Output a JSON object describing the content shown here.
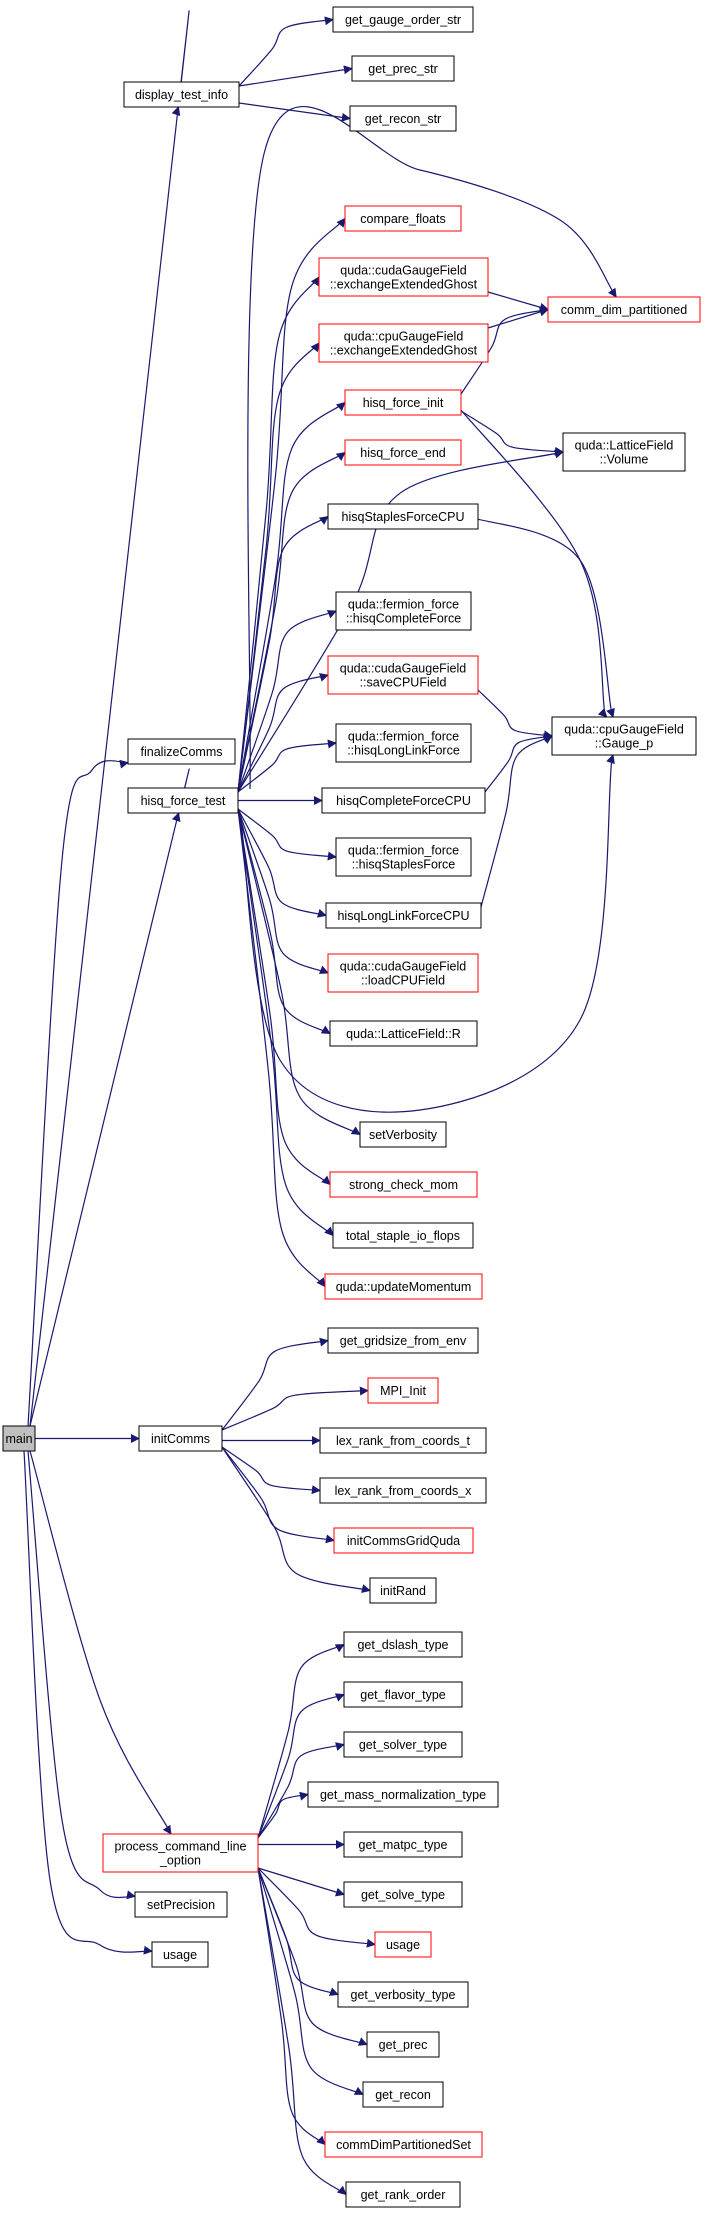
{
  "colors": {
    "edge": "#191970",
    "node_border_default": "#000000",
    "node_border_incomplete": "#ff0000",
    "root_fill": "#bfbfbf",
    "background": "#ffffff"
  },
  "nodes": [
    {
      "id": "main",
      "lines": [
        "main"
      ],
      "style": "root"
    },
    {
      "id": "display_test_info",
      "lines": [
        "display_test_info"
      ],
      "style": "black"
    },
    {
      "id": "get_gauge_order_str",
      "lines": [
        "get_gauge_order_str"
      ],
      "style": "black"
    },
    {
      "id": "get_prec_str",
      "lines": [
        "get_prec_str"
      ],
      "style": "black"
    },
    {
      "id": "get_recon_str",
      "lines": [
        "get_recon_str"
      ],
      "style": "black"
    },
    {
      "id": "compare_floats",
      "lines": [
        "compare_floats"
      ],
      "style": "red"
    },
    {
      "id": "cuda_exchange",
      "lines": [
        "quda::cudaGaugeField",
        "::exchangeExtendedGhost"
      ],
      "style": "red"
    },
    {
      "id": "comm_dim_partitioned",
      "lines": [
        "comm_dim_partitioned"
      ],
      "style": "red"
    },
    {
      "id": "cpu_exchange",
      "lines": [
        "quda::cpuGaugeField",
        "::exchangeExtendedGhost"
      ],
      "style": "red"
    },
    {
      "id": "hisq_force_init",
      "lines": [
        "hisq_force_init"
      ],
      "style": "red"
    },
    {
      "id": "lattice_volume",
      "lines": [
        "quda::LatticeField",
        "::Volume"
      ],
      "style": "black"
    },
    {
      "id": "hisq_force_end",
      "lines": [
        "hisq_force_end"
      ],
      "style": "red"
    },
    {
      "id": "hisqStaplesForceCPU",
      "lines": [
        "hisqStaplesForceCPU"
      ],
      "style": "black"
    },
    {
      "id": "ff_hisqCompleteForce",
      "lines": [
        "quda::fermion_force",
        "::hisqCompleteForce"
      ],
      "style": "black"
    },
    {
      "id": "saveCPUField",
      "lines": [
        "quda::cudaGaugeField",
        "::saveCPUField"
      ],
      "style": "red"
    },
    {
      "id": "gauge_p",
      "lines": [
        "quda::cpuGaugeField",
        "::Gauge_p"
      ],
      "style": "black"
    },
    {
      "id": "finalizeComms",
      "lines": [
        "finalizeComms"
      ],
      "style": "black"
    },
    {
      "id": "ff_hisqLongLinkForce",
      "lines": [
        "quda::fermion_force",
        "::hisqLongLinkForce"
      ],
      "style": "black"
    },
    {
      "id": "hisq_force_test",
      "lines": [
        "hisq_force_test"
      ],
      "style": "black"
    },
    {
      "id": "hisqCompleteForceCPU",
      "lines": [
        "hisqCompleteForceCPU"
      ],
      "style": "black"
    },
    {
      "id": "ff_hisqStaplesForce",
      "lines": [
        "quda::fermion_force",
        "::hisqStaplesForce"
      ],
      "style": "black"
    },
    {
      "id": "hisqLongLinkForceCPU",
      "lines": [
        "hisqLongLinkForceCPU"
      ],
      "style": "black"
    },
    {
      "id": "loadCPUField",
      "lines": [
        "quda::cudaGaugeField",
        "::loadCPUField"
      ],
      "style": "red"
    },
    {
      "id": "lattice_R",
      "lines": [
        "quda::LatticeField::R"
      ],
      "style": "black"
    },
    {
      "id": "setVerbosity",
      "lines": [
        "setVerbosity"
      ],
      "style": "black"
    },
    {
      "id": "strong_check_mom",
      "lines": [
        "strong_check_mom"
      ],
      "style": "red"
    },
    {
      "id": "total_staple_io_flops",
      "lines": [
        "total_staple_io_flops"
      ],
      "style": "black"
    },
    {
      "id": "updateMomentum",
      "lines": [
        "quda::updateMomentum"
      ],
      "style": "red"
    },
    {
      "id": "get_gridsize_from_env",
      "lines": [
        "get_gridsize_from_env"
      ],
      "style": "black"
    },
    {
      "id": "MPI_Init",
      "lines": [
        "MPI_Init"
      ],
      "style": "red"
    },
    {
      "id": "lex_rank_t",
      "lines": [
        "lex_rank_from_coords_t"
      ],
      "style": "black"
    },
    {
      "id": "initComms",
      "lines": [
        "initComms"
      ],
      "style": "black"
    },
    {
      "id": "lex_rank_x",
      "lines": [
        "lex_rank_from_coords_x"
      ],
      "style": "black"
    },
    {
      "id": "initCommsGridQuda",
      "lines": [
        "initCommsGridQuda"
      ],
      "style": "red"
    },
    {
      "id": "initRand",
      "lines": [
        "initRand"
      ],
      "style": "black"
    },
    {
      "id": "get_dslash_type",
      "lines": [
        "get_dslash_type"
      ],
      "style": "black"
    },
    {
      "id": "get_flavor_type",
      "lines": [
        "get_flavor_type"
      ],
      "style": "black"
    },
    {
      "id": "get_solver_type",
      "lines": [
        "get_solver_type"
      ],
      "style": "black"
    },
    {
      "id": "get_mass_normalization_type",
      "lines": [
        "get_mass_normalization_type"
      ],
      "style": "black"
    },
    {
      "id": "process_command_line_option",
      "lines": [
        "process_command_line",
        "_option"
      ],
      "style": "red"
    },
    {
      "id": "get_matpc_type",
      "lines": [
        "get_matpc_type"
      ],
      "style": "black"
    },
    {
      "id": "get_solve_type",
      "lines": [
        "get_solve_type"
      ],
      "style": "black"
    },
    {
      "id": "setPrecision",
      "lines": [
        "setPrecision"
      ],
      "style": "black"
    },
    {
      "id": "usage_red",
      "lines": [
        "usage"
      ],
      "style": "red"
    },
    {
      "id": "usage",
      "lines": [
        "usage"
      ],
      "style": "black"
    },
    {
      "id": "get_verbosity_type",
      "lines": [
        "get_verbosity_type"
      ],
      "style": "black"
    },
    {
      "id": "get_prec",
      "lines": [
        "get_prec"
      ],
      "style": "black"
    },
    {
      "id": "get_recon",
      "lines": [
        "get_recon"
      ],
      "style": "black"
    },
    {
      "id": "commDimPartitionedSet",
      "lines": [
        "commDimPartitionedSet"
      ],
      "style": "red"
    },
    {
      "id": "get_rank_order",
      "lines": [
        "get_rank_order"
      ],
      "style": "black"
    }
  ],
  "edges": [
    {
      "from": "main",
      "to": "display_test_info"
    },
    {
      "from": "main",
      "to": "finalizeComms"
    },
    {
      "from": "main",
      "to": "hisq_force_test"
    },
    {
      "from": "main",
      "to": "initComms"
    },
    {
      "from": "main",
      "to": "process_command_line_option"
    },
    {
      "from": "main",
      "to": "setPrecision"
    },
    {
      "from": "main",
      "to": "usage"
    },
    {
      "from": "display_test_info",
      "to": "get_gauge_order_str"
    },
    {
      "from": "display_test_info",
      "to": "get_prec_str"
    },
    {
      "from": "display_test_info",
      "to": "get_recon_str"
    },
    {
      "from": "hisq_force_test",
      "to": "compare_floats"
    },
    {
      "from": "hisq_force_test",
      "to": "comm_dim_partitioned"
    },
    {
      "from": "hisq_force_test",
      "to": "cuda_exchange"
    },
    {
      "from": "hisq_force_test",
      "to": "cpu_exchange"
    },
    {
      "from": "hisq_force_test",
      "to": "hisq_force_init"
    },
    {
      "from": "hisq_force_test",
      "to": "hisq_force_end"
    },
    {
      "from": "hisq_force_test",
      "to": "lattice_volume"
    },
    {
      "from": "hisq_force_test",
      "to": "hisqStaplesForceCPU"
    },
    {
      "from": "hisq_force_test",
      "to": "ff_hisqCompleteForce"
    },
    {
      "from": "hisq_force_test",
      "to": "saveCPUField"
    },
    {
      "from": "hisq_force_test",
      "to": "ff_hisqLongLinkForce"
    },
    {
      "from": "hisq_force_test",
      "to": "hisqCompleteForceCPU"
    },
    {
      "from": "hisq_force_test",
      "to": "ff_hisqStaplesForce"
    },
    {
      "from": "hisq_force_test",
      "to": "hisqLongLinkForceCPU"
    },
    {
      "from": "hisq_force_test",
      "to": "loadCPUField"
    },
    {
      "from": "hisq_force_test",
      "to": "lattice_R"
    },
    {
      "from": "hisq_force_test",
      "to": "gauge_p"
    },
    {
      "from": "hisq_force_test",
      "to": "setVerbosity"
    },
    {
      "from": "hisq_force_test",
      "to": "strong_check_mom"
    },
    {
      "from": "hisq_force_test",
      "to": "total_staple_io_flops"
    },
    {
      "from": "hisq_force_test",
      "to": "updateMomentum"
    },
    {
      "from": "cuda_exchange",
      "to": "comm_dim_partitioned"
    },
    {
      "from": "cpu_exchange",
      "to": "comm_dim_partitioned"
    },
    {
      "from": "hisq_force_init",
      "to": "comm_dim_partitioned"
    },
    {
      "from": "hisq_force_init",
      "to": "lattice_volume"
    },
    {
      "from": "hisq_force_init",
      "to": "gauge_p"
    },
    {
      "from": "hisqStaplesForceCPU",
      "to": "gauge_p"
    },
    {
      "from": "saveCPUField",
      "to": "gauge_p"
    },
    {
      "from": "hisqCompleteForceCPU",
      "to": "gauge_p"
    },
    {
      "from": "hisqLongLinkForceCPU",
      "to": "gauge_p"
    },
    {
      "from": "initComms",
      "to": "get_gridsize_from_env"
    },
    {
      "from": "initComms",
      "to": "MPI_Init"
    },
    {
      "from": "initComms",
      "to": "lex_rank_t"
    },
    {
      "from": "initComms",
      "to": "lex_rank_x"
    },
    {
      "from": "initComms",
      "to": "initCommsGridQuda"
    },
    {
      "from": "initComms",
      "to": "initRand"
    },
    {
      "from": "process_command_line_option",
      "to": "get_dslash_type"
    },
    {
      "from": "process_command_line_option",
      "to": "get_flavor_type"
    },
    {
      "from": "process_command_line_option",
      "to": "get_solver_type"
    },
    {
      "from": "process_command_line_option",
      "to": "get_mass_normalization_type"
    },
    {
      "from": "process_command_line_option",
      "to": "get_matpc_type"
    },
    {
      "from": "process_command_line_option",
      "to": "get_solve_type"
    },
    {
      "from": "process_command_line_option",
      "to": "usage_red"
    },
    {
      "from": "process_command_line_option",
      "to": "get_verbosity_type"
    },
    {
      "from": "process_command_line_option",
      "to": "get_prec"
    },
    {
      "from": "process_command_line_option",
      "to": "get_recon"
    },
    {
      "from": "process_command_line_option",
      "to": "commDimPartitionedSet"
    },
    {
      "from": "process_command_line_option",
      "to": "get_rank_order"
    }
  ]
}
